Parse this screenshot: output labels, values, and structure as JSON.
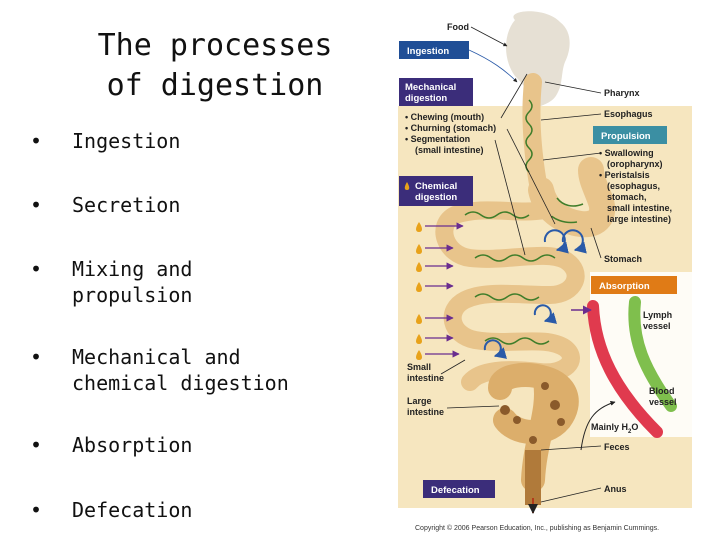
{
  "title_line1": "The processes",
  "title_line2": "of digestion",
  "bullets": [
    {
      "line1": "Ingestion",
      "line2": ""
    },
    {
      "line1": "Secretion",
      "line2": ""
    },
    {
      "line1": "Mixing and",
      "line2": "propulsion"
    },
    {
      "line1": "Mechanical and",
      "line2": "chemical digestion"
    },
    {
      "line1": "Absorption",
      "line2": ""
    },
    {
      "line1": "Defecation",
      "line2": ""
    }
  ],
  "bullet_glyph": "•",
  "diagram": {
    "food": "Food",
    "ingestion": "Ingestion",
    "mechanical_1": "Mechanical",
    "mechanical_2": "digestion",
    "mech_item1": "• Chewing (mouth)",
    "mech_item2": "• Churning (stomach)",
    "mech_item3": "• Segmentation",
    "mech_item3b": "(small intestine)",
    "chemical_1": "Chemical",
    "chemical_2": "digestion",
    "pharynx": "Pharynx",
    "esophagus": "Esophagus",
    "propulsion": "Propulsion",
    "prop_1": "• Swallowing",
    "prop_2": "(oropharynx)",
    "prop_3": "• Peristalsis",
    "prop_4": "(esophagus,",
    "prop_5": "stomach,",
    "prop_6": "small intestine,",
    "prop_7": "large intestine)",
    "stomach": "Stomach",
    "absorption": "Absorption",
    "lymph_1": "Lymph",
    "lymph_2": "vessel",
    "small_1": "Small",
    "small_2": "intestine",
    "large_1": "Large",
    "large_2": "intestine",
    "blood_1": "Blood",
    "blood_2": "vessel",
    "water": "Mainly H",
    "water_sub": "2",
    "water_end": "O",
    "feces": "Feces",
    "defecation": "Defecation",
    "anus": "Anus",
    "copyright": "Copyright © 2006 Pearson Education, Inc., publishing as Benjamin Cummings."
  },
  "colors": {
    "box_blue": "#1f4e96",
    "box_purple": "#3b2d7a",
    "box_teal": "#3b8fa3",
    "box_orange": "#e07b16",
    "panel_beige": "#f6e6bf",
    "tube_tan": "#e8c48b",
    "tube_brown": "#b07a3a",
    "wave_green": "#3f7d2a",
    "lymph_green": "#7fbf4d",
    "blood_red": "#e03a4e",
    "drop_yellow": "#e8a21a",
    "arrow_purple": "#6a2d8f"
  }
}
